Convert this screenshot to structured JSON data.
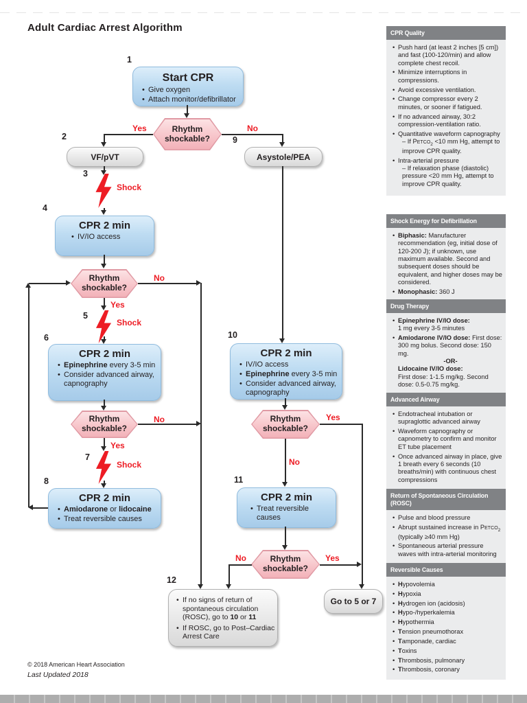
{
  "title": "Adult Cardiac Arrest Algorithm",
  "footer": {
    "copyright": "© 2018 American Heart Association",
    "updated": "Last Updated 2018"
  },
  "colors": {
    "red": "#ed1c24",
    "box_blue": "#bedcf2",
    "box_pink": "#f7c5ca",
    "box_gray": "#e9e9e9",
    "sidebar_header_gray": "#808285",
    "text": "#231f20"
  },
  "flow": {
    "rhythm_q": "Rhythm shockable?",
    "labels": {
      "yes": "Yes",
      "no": "No",
      "shock": "Shock"
    },
    "steps": {
      "s1": {
        "num": "1",
        "title": "Start CPR",
        "bullets": [
          "Give oxygen",
          "Attach monitor/defibrillator"
        ]
      },
      "s2": {
        "num": "2",
        "label": "VF/pVT"
      },
      "s3": {
        "num": "3"
      },
      "s4": {
        "num": "4",
        "title": "CPR 2 min",
        "bullets": [
          "IV/IO access"
        ]
      },
      "s5": {
        "num": "5"
      },
      "s6": {
        "num": "6",
        "title": "CPR 2 min",
        "bullets": [
          "<b>Epinephrine</b> every 3-5 min",
          "Consider advanced airway, capnography"
        ]
      },
      "s7": {
        "num": "7"
      },
      "s8": {
        "num": "8",
        "title": "CPR 2 min",
        "bullets": [
          "<b>Amiodarone</b> or <b>lidocaine</b>",
          "Treat reversible causes"
        ]
      },
      "s9": {
        "num": "9",
        "label": "Asystole/PEA"
      },
      "s10": {
        "num": "10",
        "title": "CPR 2 min",
        "bullets": [
          "IV/IO access",
          "<b>Epinephrine</b> every 3-5 min",
          "Consider advanced airway, capnography"
        ]
      },
      "s11": {
        "num": "11",
        "title": "CPR 2 min",
        "bullets": [
          "Treat reversible causes"
        ]
      },
      "s12": {
        "num": "12",
        "bullets": [
          "If no signs of return of spontaneous circulation (ROSC), go to <b>10</b> or <b>11</b>",
          "If ROSC, go to Post–Cardiac Arrest Care"
        ]
      },
      "goto": {
        "label": "Go to 5 or 7"
      }
    }
  },
  "sidebar": {
    "sections": [
      {
        "title": "CPR Quality",
        "items": [
          "Push hard (at least 2 inches [5 cm]) and fast (100-120/min) and allow complete chest recoil.",
          "Minimize interruptions in compressions.",
          "Avoid excessive ventilation.",
          "Change compressor every 2 minutes, or sooner if fatigued.",
          "If no advanced airway, 30:2 compression-ventilation ratio.",
          "Quantitative waveform capnography<div class='sub'>– If P<span class='sc'>ETCO</span><sub>2</sub> &lt;10 mm Hg, attempt to improve CPR quality.</div>",
          "Intra-arterial pressure<div class='sub'>– If relaxation phase (diastolic) pressure &lt;20 mm Hg, attempt to improve CPR quality.</div>"
        ]
      },
      {
        "title": "Shock Energy for Defibrillation",
        "items": [
          "<b>Biphasic:</b> Manufacturer recommendation (eg, initial dose of 120-200 J); if unknown, use maximum available. Second and subsequent doses should be equivalent, and higher doses may be considered.",
          "<b>Monophasic:</b> 360 J"
        ]
      },
      {
        "title": "Drug Therapy",
        "items": [
          "<b>Epinephrine IV/IO dose:</b><br>1 mg every 3-5 minutes",
          "<b>Amiodarone IV/IO dose:</b> First dose: 300 mg bolus. Second dose: 150 mg.<div class='or'>-OR-</div><b>Lidocaine IV/IO dose:</b><br>First dose: 1-1.5 mg/kg. Second dose: 0.5-0.75 mg/kg."
        ]
      },
      {
        "title": "Advanced Airway",
        "items": [
          "Endotracheal intubation or supraglottic advanced airway",
          "Waveform capnography or capnometry to confirm and monitor ET tube placement",
          "Once advanced airway in place, give 1 breath every 6 seconds (10 breaths/min) with continuous chest compressions"
        ]
      },
      {
        "title": "Return of Spontaneous Circulation (ROSC)",
        "items": [
          "Pulse and blood pressure",
          "Abrupt sustained increase in P<span class='sc'>ETCO</span><sub>2</sub> (typically ≥40 mm Hg)",
          "Spontaneous arterial pressure waves with intra-arterial monitoring"
        ]
      },
      {
        "title": "Reversible Causes",
        "items": [
          "<b>H</b>ypovolemia",
          "<b>H</b>ypoxia",
          "<b>H</b>ydrogen ion (acidosis)",
          "<b>H</b>ypo-/hyperkalemia",
          "<b>H</b>ypothermia",
          "<b>T</b>ension pneumothorax",
          "<b>T</b>amponade, cardiac",
          "<b>T</b>oxins",
          "<b>T</b>hrombosis, pulmonary",
          "<b>T</b>hrombosis, coronary"
        ]
      }
    ]
  }
}
